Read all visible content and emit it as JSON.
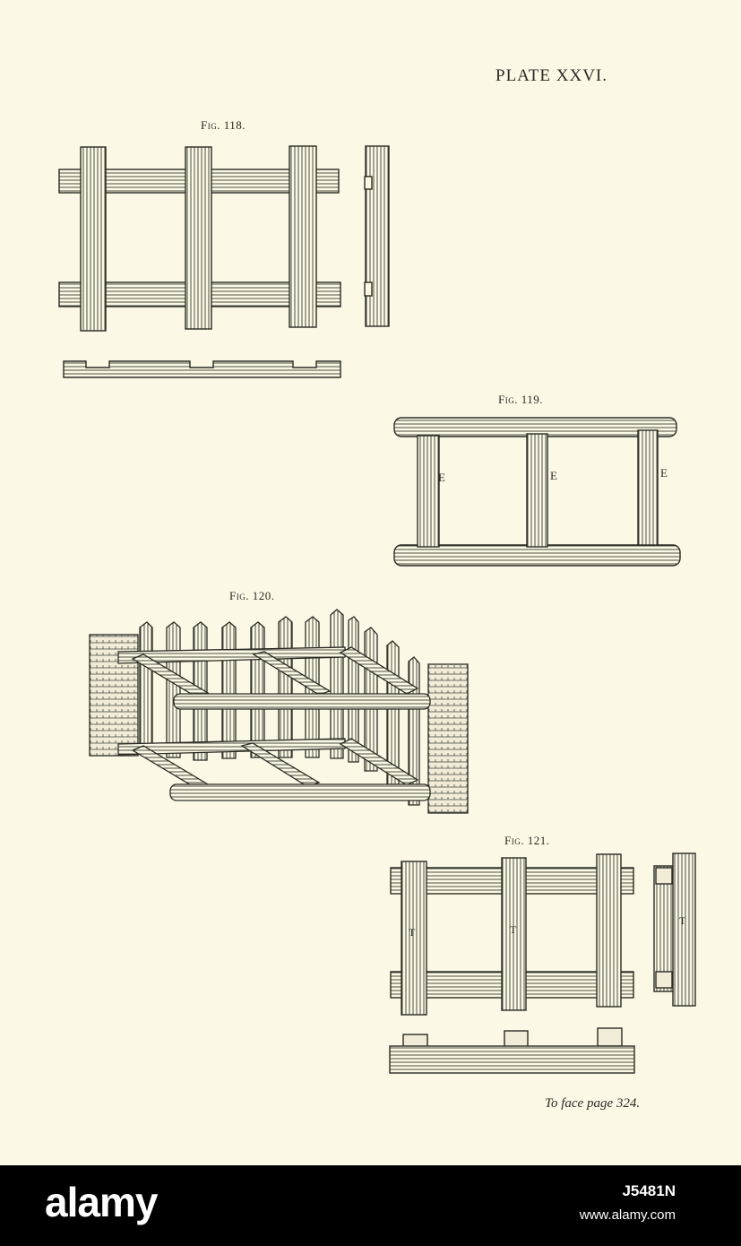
{
  "plate": {
    "title": "PLATE XXVI.",
    "facing_note": "To face page 324.",
    "background_color": "#fbf8e6",
    "ink_color": "#2a2a22"
  },
  "figures": [
    {
      "caption": "Fig. 118.",
      "labels": []
    },
    {
      "caption": "Fig. 119.",
      "labels": [
        "E",
        "E",
        "E"
      ]
    },
    {
      "caption": "Fig. 120.",
      "labels": []
    },
    {
      "caption": "Fig. 121.",
      "labels": [
        "T",
        "T",
        "T"
      ]
    }
  ],
  "footer": {
    "brand": "alamy",
    "image_id": "J5481N",
    "site": "www.alamy.com",
    "background_color": "#000000"
  }
}
